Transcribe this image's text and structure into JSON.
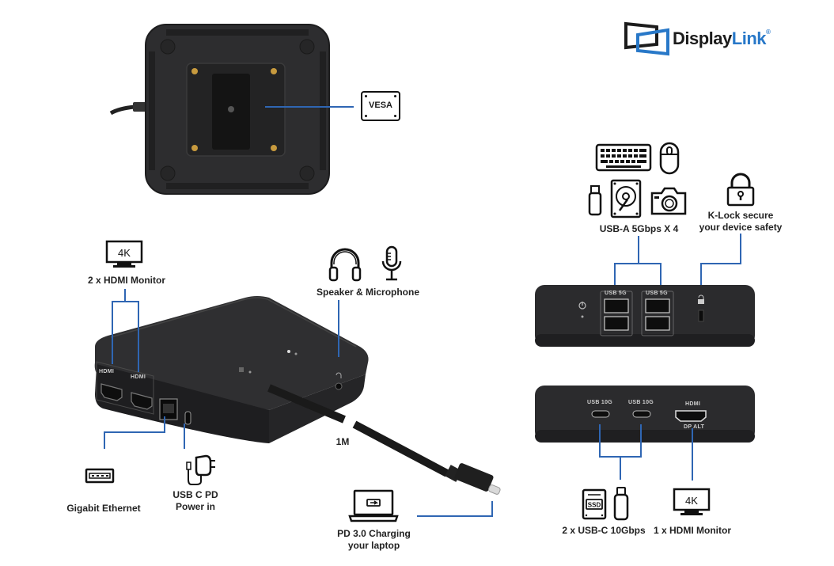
{
  "brand": {
    "name_part1": "Display",
    "name_part2": "Link",
    "registered": "®",
    "colors": {
      "primary_blue": "#2878c8",
      "callout_line": "#2f66b3",
      "device_body": "#2b2b2b"
    }
  },
  "bottom_view": {
    "vesa_label": "VESA"
  },
  "front_view": {
    "hdmi_callout": {
      "icon_text": "4K",
      "label": "2 x HDMI Monitor"
    },
    "audio_callout": {
      "label": "Speaker & Microphone"
    },
    "ethernet_callout": {
      "label": "Gigabit Ethernet"
    },
    "power_callout": {
      "line1": "USB C PD",
      "line2": "Power in"
    },
    "cable_length": "1M",
    "laptop_callout": {
      "line1": "PD 3.0 Charging",
      "line2": "your laptop"
    },
    "port_labels": [
      "HDMI",
      "HDMI"
    ]
  },
  "top_side_view": {
    "usb_a_callout": {
      "label": "USB-A 5Gbps X 4"
    },
    "klock_callout": {
      "line1": "K-Lock secure",
      "line2": "your device safety"
    },
    "port_labels": [
      "USB 5G",
      "USB 5G"
    ]
  },
  "bottom_side_view": {
    "port_labels": [
      "USB 10G",
      "USB 10G",
      "HDMI",
      "DP ALT"
    ],
    "usbc_callout": {
      "label": "2 x USB-C 10Gbps",
      "ssd_text": "SSD"
    },
    "hdmi_callout": {
      "icon_text": "4K",
      "label": "1 x HDMI Monitor"
    }
  }
}
